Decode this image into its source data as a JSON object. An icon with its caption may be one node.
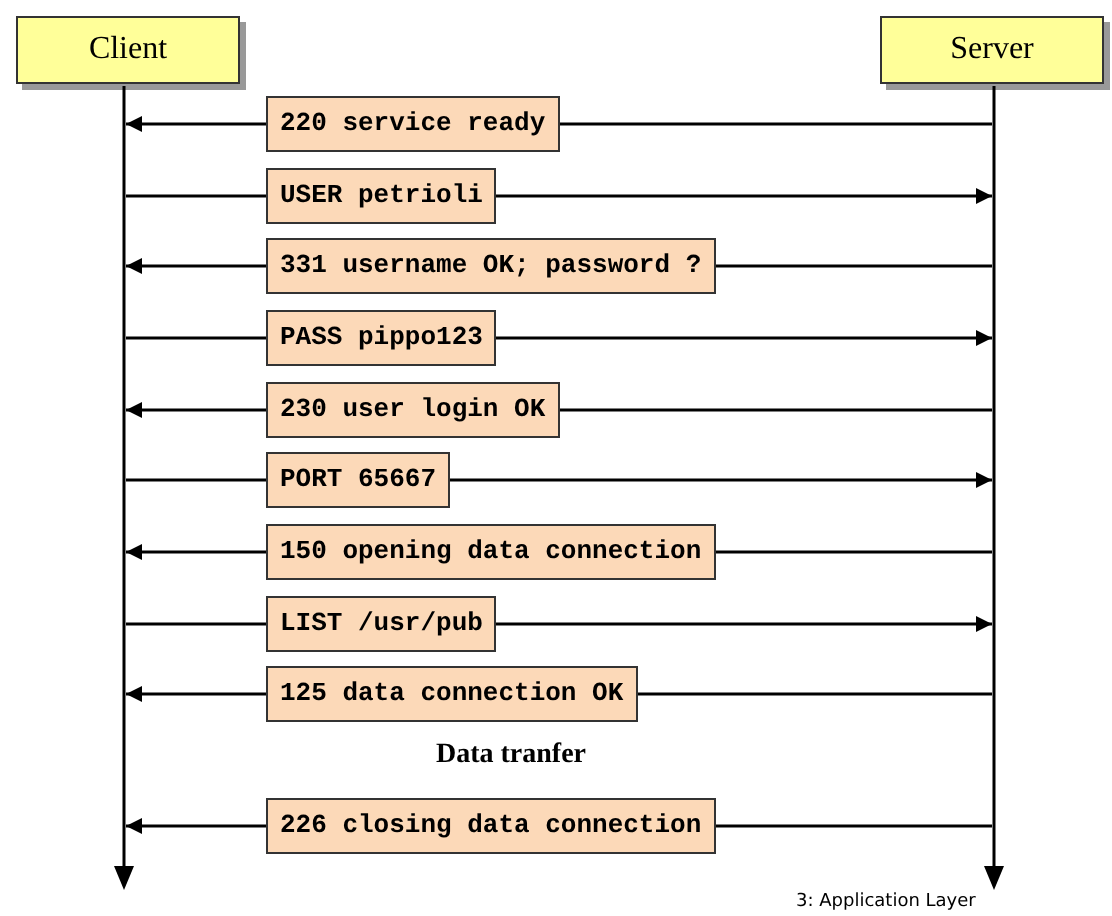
{
  "diagram": {
    "nodes": [
      {
        "text": [
          "Client"
        ]
      },
      {
        "text": [
          "Server"
        ]
      },
      {
        "text": [],
        "shape": "line"
      },
      {
        "text": [],
        "shape": "line"
      }
    ],
    "edges": [
      {
        "from": 3,
        "to": 2,
        "arrow": "to",
        "label": "220 service ready"
      },
      {
        "from": 2,
        "to": 3,
        "arrow": "to",
        "label": "USER petrioli"
      },
      {
        "from": 3,
        "to": 2,
        "arrow": "to",
        "label": "331 username OK; password ?"
      },
      {
        "from": 2,
        "to": 3,
        "arrow": "to",
        "label": "PASS pippo123"
      },
      {
        "from": 3,
        "to": 2,
        "arrow": "to",
        "label": "230 user login OK"
      },
      {
        "from": 2,
        "to": 3,
        "arrow": "to",
        "label": "PORT 65667"
      },
      {
        "from": 3,
        "to": 2,
        "arrow": "to",
        "label": "150 opening data connection"
      },
      {
        "from": 2,
        "to": 3,
        "arrow": "to",
        "label": "LIST /usr/pub"
      },
      {
        "from": 3,
        "to": 2,
        "arrow": "to",
        "label": "125 data connection OK"
      },
      {
        "from": 3,
        "to": 2,
        "arrow": "to",
        "label": "226 closing data connection"
      }
    ],
    "labels": [
      "Data tranfer",
      "3: Application Layer"
    ]
  }
}
